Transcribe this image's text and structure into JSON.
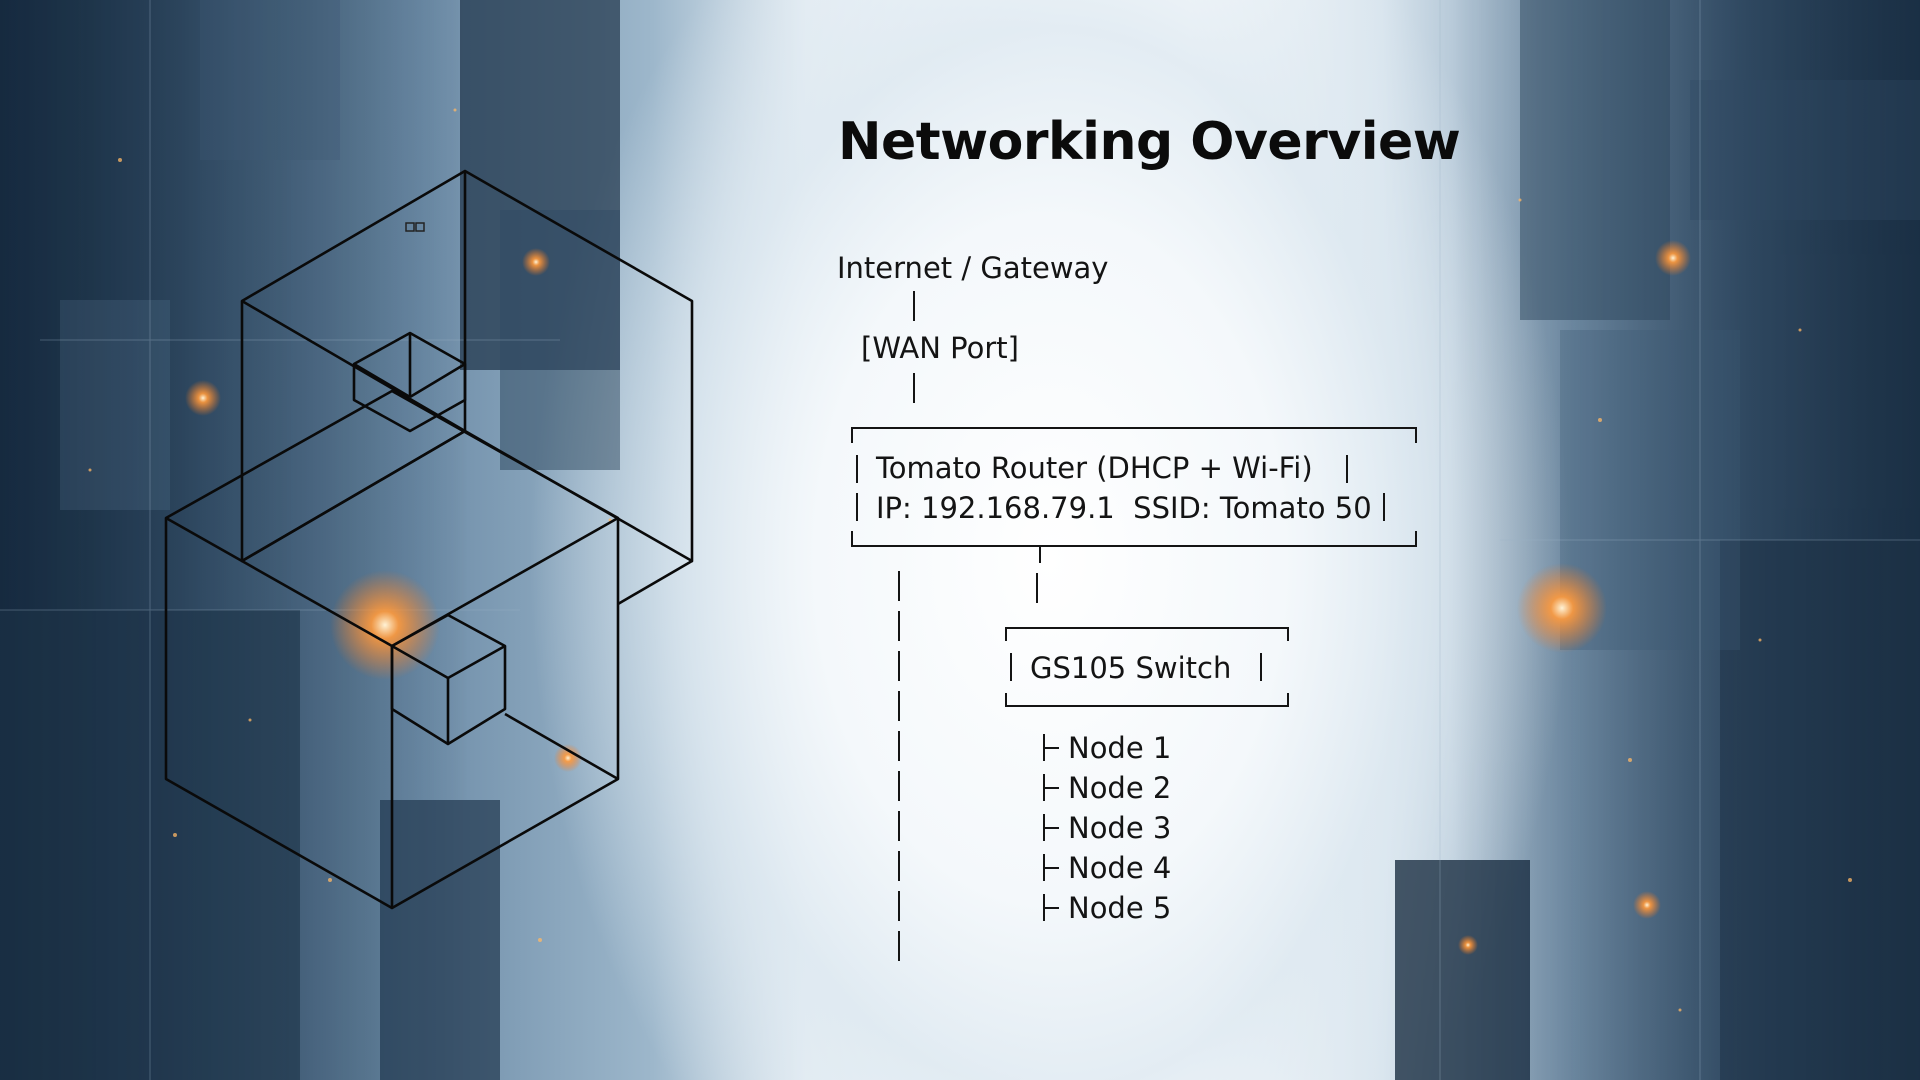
{
  "title": "Networking Overview",
  "diagram": {
    "gateway": "Internet / Gateway",
    "wan_port": "[WAN Port]",
    "router_line1": "Tomato Router (DHCP + Wi-Fi)",
    "router_line2": "IP: 192.168.79.1  SSID: Tomato 50",
    "switch": "GS105 Switch",
    "nodes": [
      "Node 1",
      "Node 2",
      "Node 3",
      "Node 4",
      "Node 5"
    ]
  },
  "colors": {
    "ink": "#141414",
    "glow": "#ff8a2a"
  }
}
